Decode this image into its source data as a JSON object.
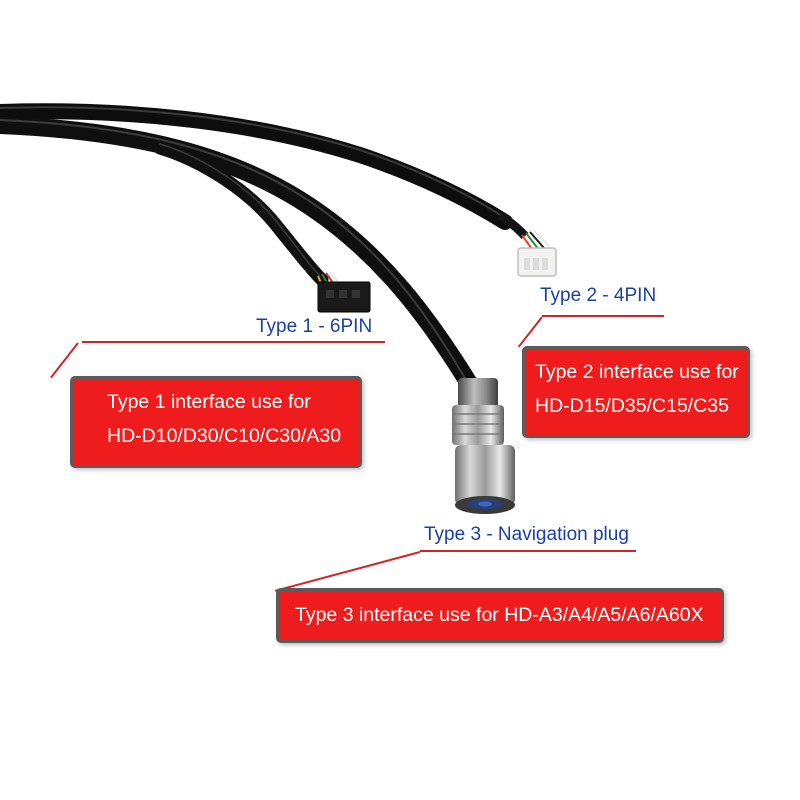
{
  "colors": {
    "label_text": "#1b3fa6",
    "callout_fill": "#ee1c1c",
    "callout_border": "#5b5b5b",
    "callout_text": "#ffffff",
    "leader_line": "#d0242c",
    "cable": "#111111"
  },
  "type1": {
    "label": "Type 1 - 6PIN",
    "callout_line1": "Type 1 interface use for",
    "callout_line2": "HD-D10/D30/C10/C30/A30"
  },
  "type2": {
    "label": "Type 2 - 4PIN",
    "callout_line1": "Type 2 interface use for",
    "callout_line2": "HD-D15/D35/C15/C35"
  },
  "type3": {
    "label": "Type 3 - Navigation plug",
    "callout_line1": "Type 3 interface use for HD-A3/A4/A5/A6/A60X"
  }
}
